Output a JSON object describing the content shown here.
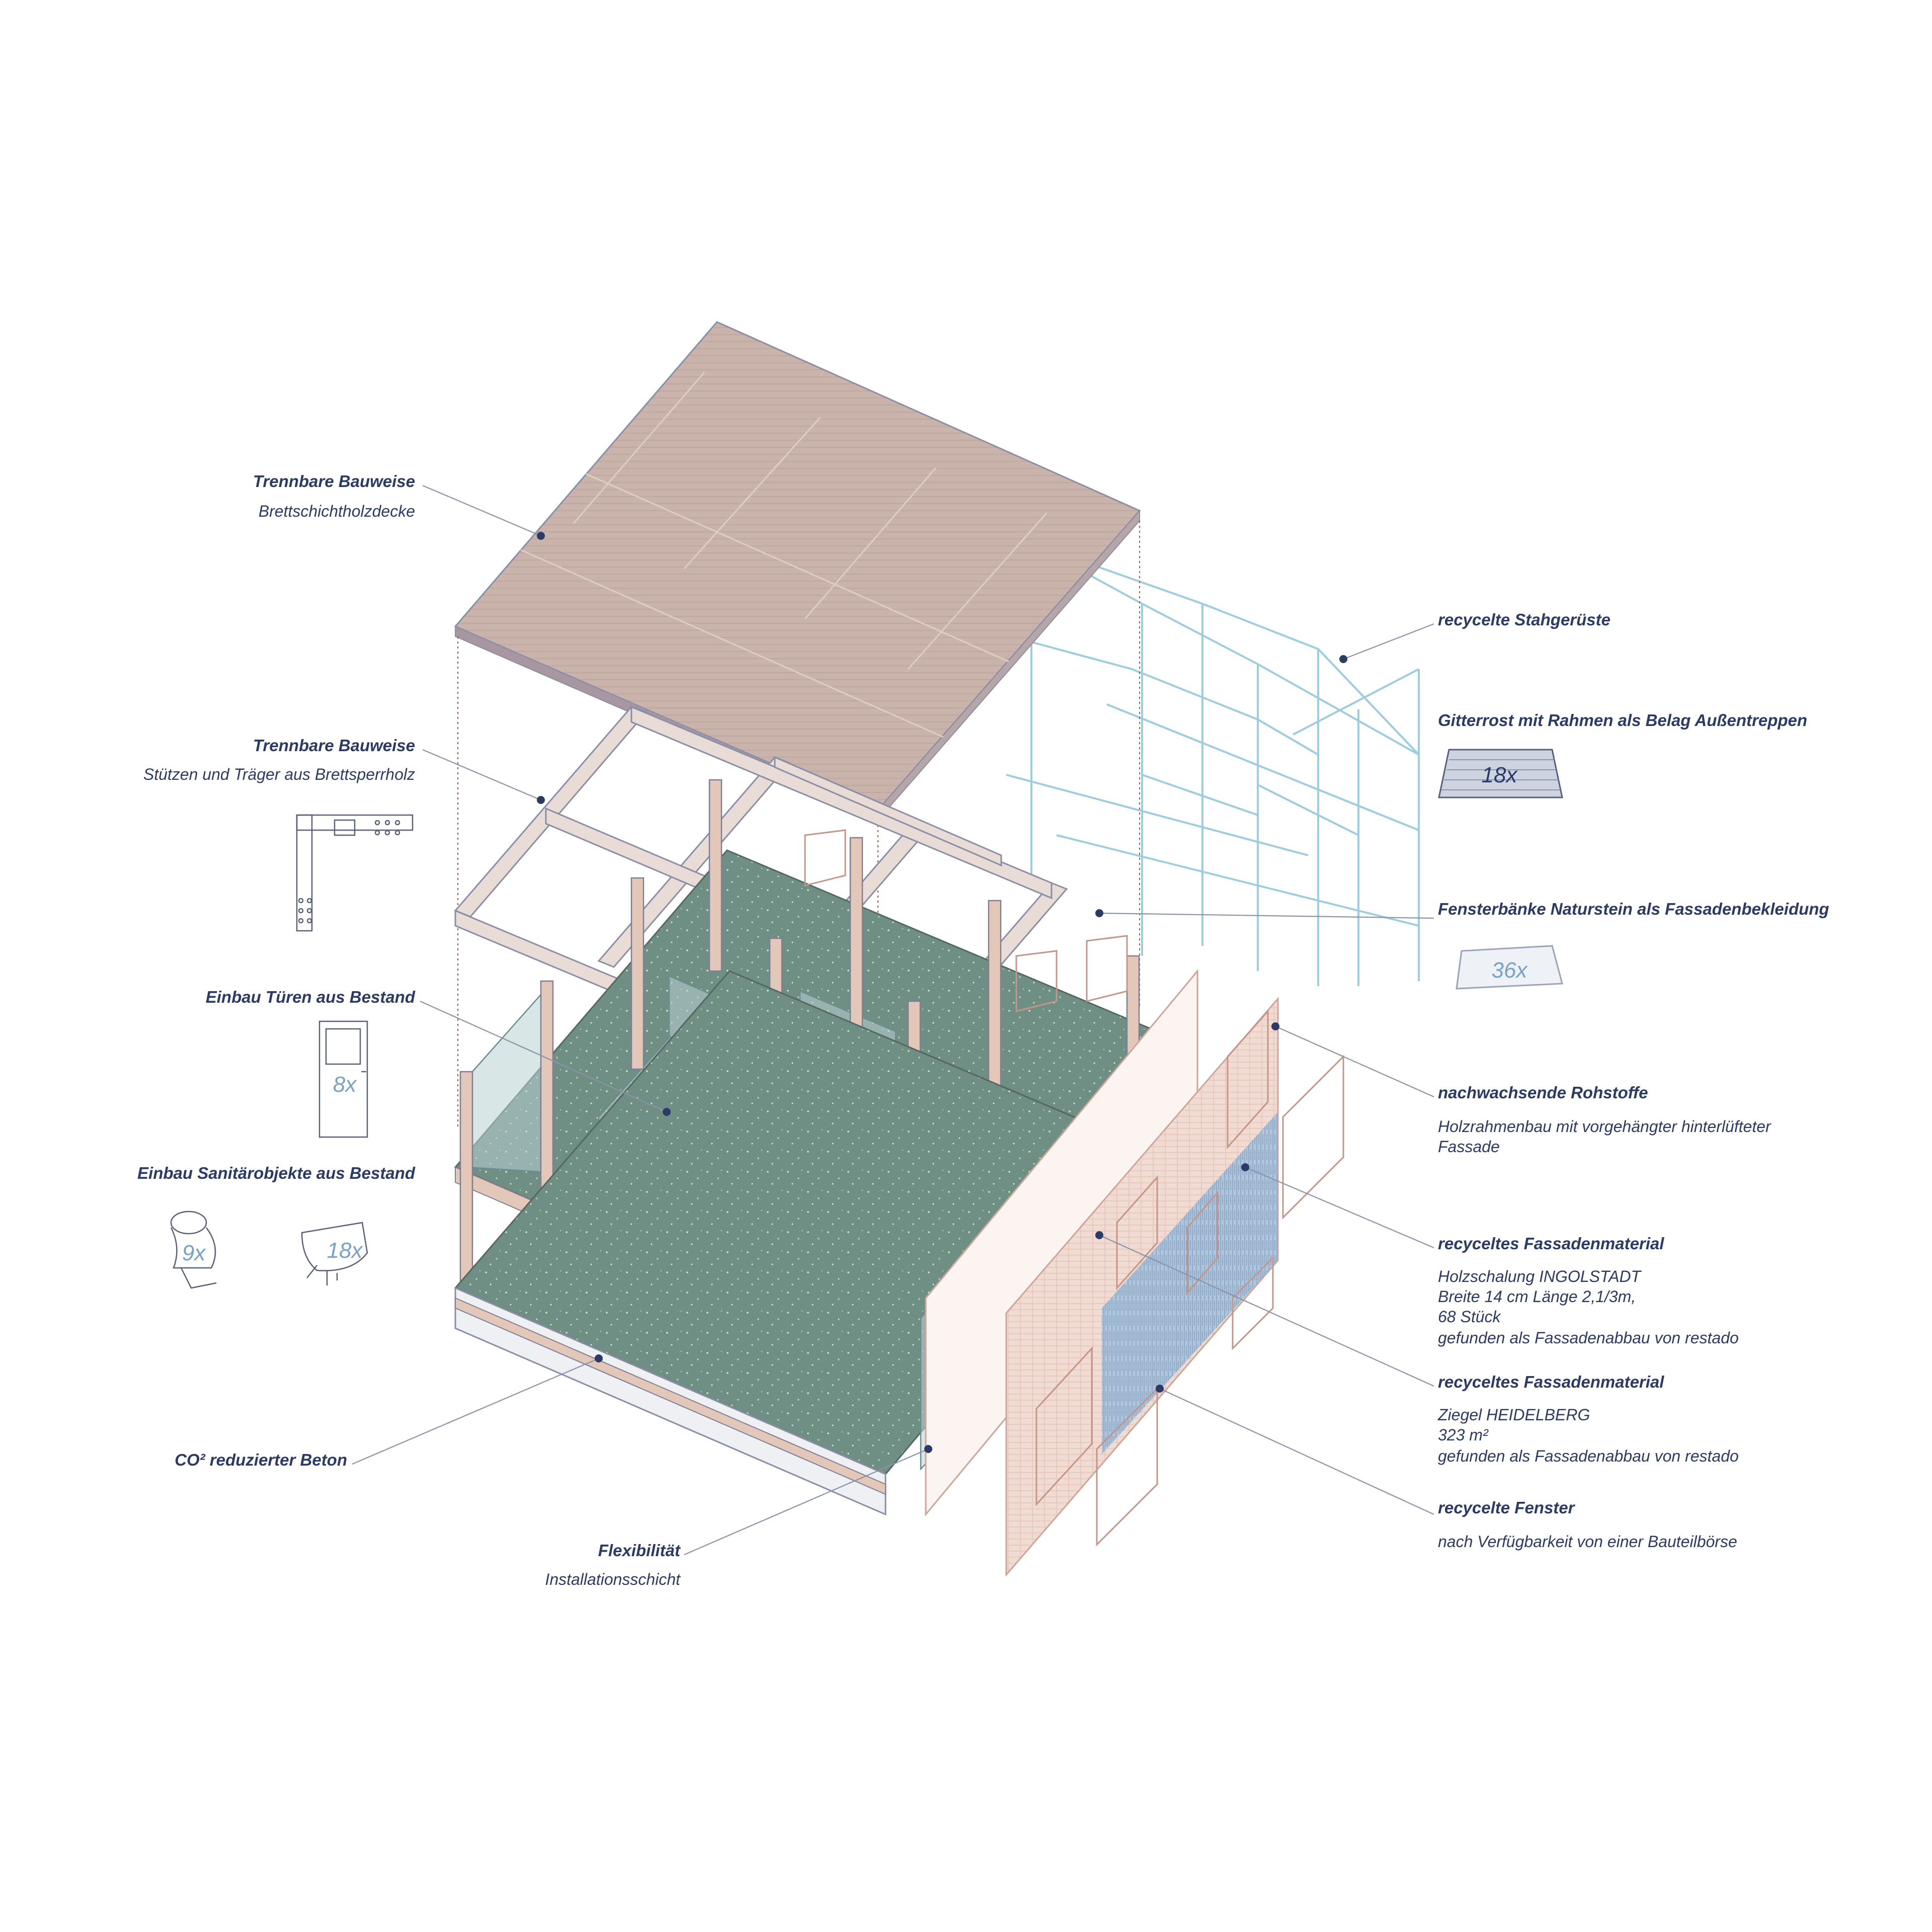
{
  "labels_left": [
    {
      "title": "Trennbare Bauweise",
      "sub": "Brettschichtholzdecke"
    },
    {
      "title": "Trennbare Bauweise",
      "sub": "Stützen und Träger  aus Brettsperrholz"
    },
    {
      "title": "Einbau Türen aus Bestand",
      "badge": "8x"
    },
    {
      "title": "Einbau Sanitärobjekte aus Bestand",
      "badge1": "9x",
      "badge2": "18x"
    },
    {
      "title": "CO² reduzierter Beton"
    },
    {
      "title": "Flexibilität",
      "sub": "Installationsschicht"
    }
  ],
  "labels_right": [
    {
      "title": "recycelte Stahgerüste"
    },
    {
      "title": "Gitterrost mit Rahmen als Belag Außentreppen",
      "badge": "18x"
    },
    {
      "title": "Fensterbänke Naturstein als Fassadenbekleidung",
      "badge": "36x"
    },
    {
      "title": "nachwachsende Rohstoffe",
      "sub1": "Holzrahmenbau mit vorgehängter hinterlüfteter",
      "sub2": "Fassade"
    },
    {
      "title": "recyceltes Fassadenmaterial",
      "sub1": "Holzschalung INGOLSTADT",
      "sub2": "Breite 14 cm Länge 2,1/3m,",
      "sub3": "68 Stück",
      "sub4": "gefunden als Fassadenabbau von restado"
    },
    {
      "title": "recyceltes Fassadenmaterial",
      "sub1": "Ziegel HEIDELBERG",
      "sub2": "323 m²",
      "sub3": "gefunden als Fassadenabbau von restado"
    },
    {
      "title": "recycelte Fenster",
      "sub": "nach Verfügbarkeit von einer Bauteilbörse"
    }
  ],
  "colors": {
    "text": "#2c3a66",
    "roof": "#c8b2aa",
    "floor": "#6f8f85",
    "glass": "#b9d2d2",
    "scaffold": "#9fcde0",
    "facade": "#cfa59a",
    "badge": "#7aa1c6"
  }
}
